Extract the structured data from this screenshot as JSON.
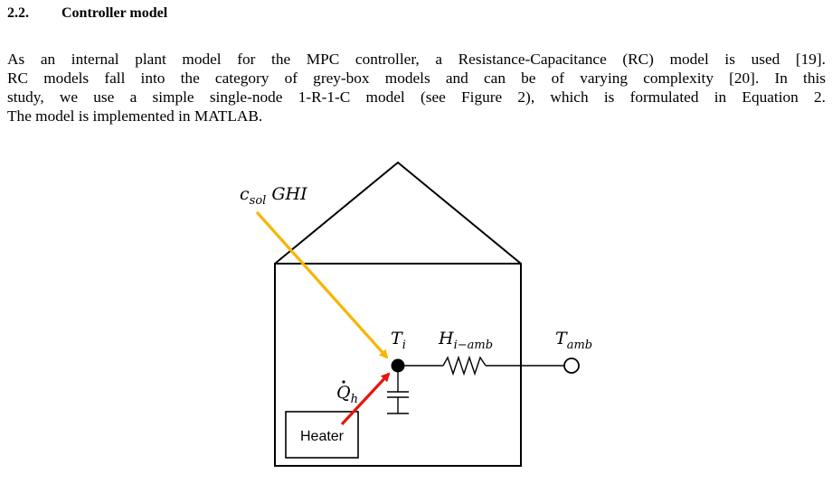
{
  "section": {
    "number": "2.2.",
    "title": "Controller model"
  },
  "paragraph": {
    "lines": [
      "As an internal plant model for the MPC controller, a Resistance-Capacitance (RC) model is used [19].",
      "RC models fall into the category of grey-box models and can be of varying complexity [20]. In this",
      "study, we use a simple single-node 1-R-1-C model (see Figure 2), which is formulated in Equation 2.",
      "The model is implemented in MATLAB."
    ]
  },
  "figure": {
    "solar_label": {
      "base": "c",
      "sub": "sol",
      "rest": " GHI"
    },
    "ti_label": {
      "base": "T",
      "sub": "i"
    },
    "h_label": {
      "base": "H",
      "sub": "i−amb"
    },
    "tamb_label": {
      "base": "T",
      "sub": "amb"
    },
    "qh_label": {
      "base": "Q",
      "sub": "h"
    },
    "heater_label": "Heater",
    "colors": {
      "solar_arrow": "#F7B500",
      "heat_arrow": "#E8140C",
      "lines": "#000000"
    }
  }
}
